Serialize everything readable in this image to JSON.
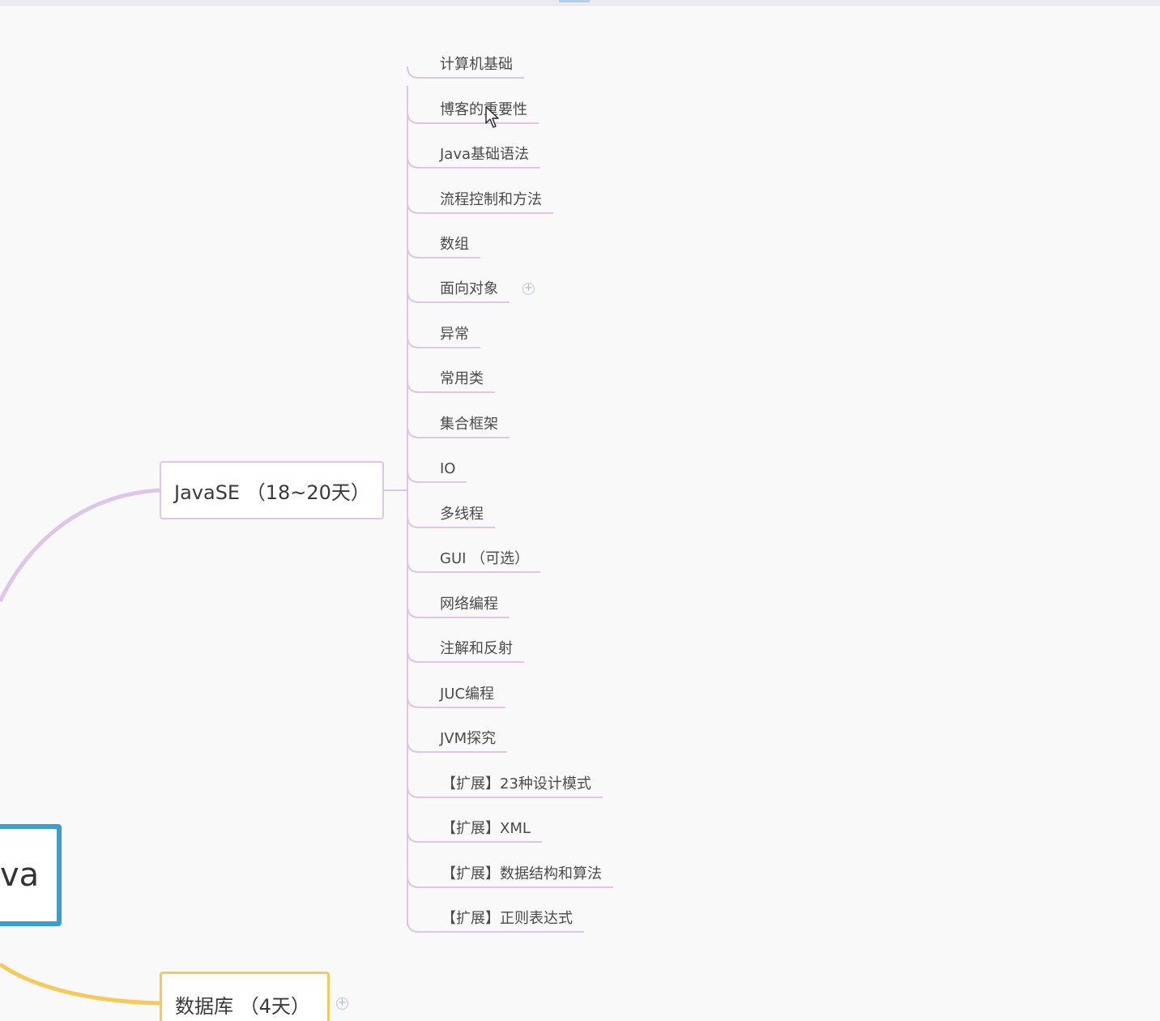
{
  "colors": {
    "background": "#f9f9fa",
    "javase_branch": "#dcc6ea",
    "database_branch": "#f6c95b",
    "root_border": "#3aa0c9",
    "expand_icon": "#b9c6dd"
  },
  "root": {
    "label": "va"
  },
  "javase": {
    "label": "JavaSE （18~20天）",
    "children": [
      "计算机基础",
      "博客的重要性",
      "Java基础语法",
      "流程控制和方法",
      "数组",
      "面向对象",
      "异常",
      "常用类",
      "集合框架",
      "IO",
      "多线程",
      "GUI （可选）",
      "网络编程",
      "注解和反射",
      "JUC编程",
      "JVM探究",
      "【扩展】23种设计模式",
      "【扩展】XML",
      "【扩展】数据结构和算法",
      "【扩展】正则表达式"
    ],
    "collapsed_child_index": 5
  },
  "database": {
    "label": "数据库 （4天）",
    "collapsed": true
  },
  "icons": {
    "expand": "plus-circle-icon",
    "cursor": "mouse-pointer-icon"
  }
}
